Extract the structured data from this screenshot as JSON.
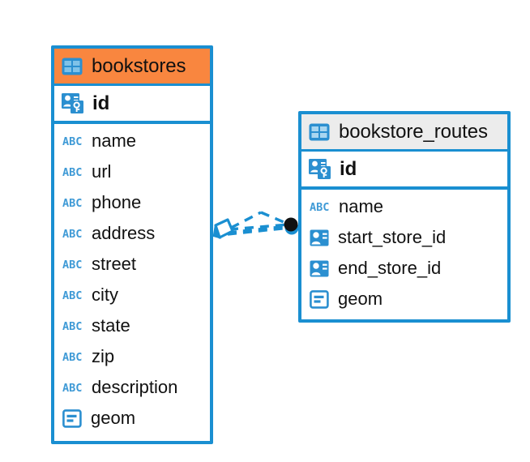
{
  "diagram": {
    "type": "entity-relationship-diagram",
    "background": "#ffffff",
    "accent_color": "#1a8fd1",
    "highlight_color": "#f9863f",
    "header_color": "#ececec"
  },
  "entities": [
    {
      "name": "bookstores",
      "header_style": "highlighted",
      "primary_key": {
        "label": "id",
        "icon": "primary-key-icon"
      },
      "fields": [
        {
          "label": "name",
          "icon": "abc-text-icon"
        },
        {
          "label": "url",
          "icon": "abc-text-icon"
        },
        {
          "label": "phone",
          "icon": "abc-text-icon"
        },
        {
          "label": "address",
          "icon": "abc-text-icon"
        },
        {
          "label": "street",
          "icon": "abc-text-icon"
        },
        {
          "label": "city",
          "icon": "abc-text-icon"
        },
        {
          "label": "state",
          "icon": "abc-text-icon"
        },
        {
          "label": "zip",
          "icon": "abc-text-icon"
        },
        {
          "label": "description",
          "icon": "abc-text-icon"
        },
        {
          "label": "geom",
          "icon": "geometry-icon"
        }
      ]
    },
    {
      "name": "bookstore_routes",
      "header_style": "default",
      "primary_key": {
        "label": "id",
        "icon": "primary-key-icon"
      },
      "fields": [
        {
          "label": "name",
          "icon": "abc-text-icon"
        },
        {
          "label": "start_store_id",
          "icon": "foreign-key-icon"
        },
        {
          "label": "end_store_id",
          "icon": "foreign-key-icon"
        },
        {
          "label": "geom",
          "icon": "geometry-icon"
        }
      ]
    }
  ],
  "relationship": {
    "from": "bookstores",
    "to": "bookstore_routes",
    "line_style": "dashed",
    "source_marker": "diamond",
    "target_marker": "filled-circle",
    "cardinality": "crows-foot"
  }
}
